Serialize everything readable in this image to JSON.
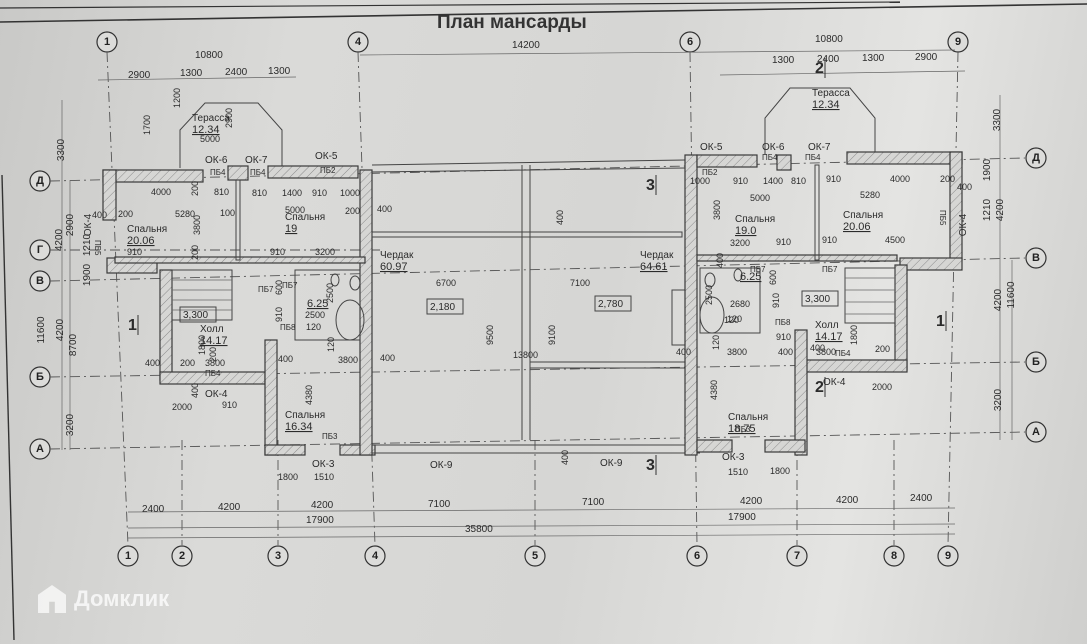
{
  "drawing": {
    "title": "План мансарды",
    "axes_numeric": [
      "1",
      "2",
      "3",
      "4",
      "5",
      "6",
      "7",
      "8",
      "9"
    ],
    "axes_letter": [
      "Д",
      "Г",
      "В",
      "Б",
      "А"
    ],
    "overall_dims": {
      "top_left": "10800",
      "top_center": "14200",
      "top_right": "10800",
      "top_left_segments": [
        "2900",
        "1300",
        "2400",
        "1300"
      ],
      "top_right_segments": [
        "1300",
        "2400",
        "1300",
        "2900"
      ],
      "bottom_segments": [
        "2400",
        "4200",
        "4200",
        "7100",
        "7100",
        "4200",
        "4200",
        "2400"
      ],
      "bottom_half_left": "17900",
      "bottom_half_right": "17900",
      "bottom_total": "35800",
      "left_vertical": [
        "3300",
        "4200",
        "2900",
        "1210",
        "1900",
        "11600",
        "4200",
        "8700",
        "3200"
      ],
      "right_vertical": [
        "3300",
        "1900",
        "1210",
        "4200",
        "11600",
        "4200",
        "3200"
      ]
    },
    "rooms": [
      {
        "name": "Терасса",
        "area": "12.34",
        "side": "left"
      },
      {
        "name": "Терасса",
        "area": "12.34",
        "side": "right"
      },
      {
        "name": "Спальня",
        "area": "20.06",
        "side": "left"
      },
      {
        "name": "Спальня",
        "area": "19",
        "side": "left"
      },
      {
        "name": "Холл",
        "area": "14.17",
        "side": "left"
      },
      {
        "name": "",
        "area": "6.25",
        "side": "left"
      },
      {
        "name": "Спальня",
        "area": "16.34",
        "side": "left"
      },
      {
        "name": "Чердак",
        "area": "60.97",
        "side": "center-left"
      },
      {
        "name": "Чердак",
        "area": "64.61",
        "side": "center-right"
      },
      {
        "name": "Спальня",
        "area": "19.0",
        "side": "right"
      },
      {
        "name": "Спальня",
        "area": "20.06",
        "side": "right"
      },
      {
        "name": "",
        "area": "6.25",
        "side": "right"
      },
      {
        "name": "Холл",
        "area": "14.17",
        "side": "right"
      },
      {
        "name": "Спальня",
        "area": "18,75",
        "side": "right"
      }
    ],
    "level_marks": [
      "3,300",
      "2,180",
      "2,780",
      "3,300"
    ],
    "openings": [
      "ОК-6",
      "ОК-7",
      "ОК-5",
      "ОК-5",
      "ОК-6",
      "ОК-7",
      "ОК-4",
      "ОК-4",
      "ОК-3",
      "ОК-3",
      "ОК-9",
      "ОК-9",
      "ОК-4",
      "ОК-4"
    ],
    "lintels": [
      "ПБ4",
      "ПБ4",
      "ПБ2",
      "ПБ2",
      "ПБ4",
      "ПБ4",
      "ПБ5",
      "ПБ5",
      "ПБ7",
      "ПБ7",
      "ПБ8",
      "ПБ8",
      "ПБ4",
      "ПБ3",
      "ПБ3",
      "ПБ7",
      "ПБ7",
      "ПБ4"
    ],
    "section_marks": [
      "1",
      "1",
      "2",
      "2",
      "3",
      "3"
    ],
    "inner_dims": {
      "terrace": [
        "5000",
        "2900",
        "1200",
        "1700"
      ],
      "left_bedroom_a": [
        "4000",
        "200",
        "810",
        "400",
        "200",
        "5280",
        "100",
        "3800",
        "910",
        "200"
      ],
      "left_bedroom_b": [
        "810",
        "1400",
        "910",
        "1000",
        "5000",
        "200",
        "910",
        "3200",
        "400"
      ],
      "left_hall": [
        "2000",
        "1800",
        "200",
        "3800",
        "200",
        "400",
        "400",
        "910",
        "600",
        "910"
      ],
      "left_bath": [
        "2500",
        "2500",
        "120",
        "120"
      ],
      "left_bedroom_c": [
        "3800",
        "4380",
        "400"
      ],
      "attic": [
        "6700",
        "7100",
        "9500",
        "9100",
        "13800",
        "400",
        "400",
        "400",
        "400"
      ],
      "bottom_openings": [
        "1800",
        "1510",
        "1510",
        "1800"
      ],
      "right_bedroom_a": [
        "1000",
        "910",
        "1400",
        "810",
        "5000",
        "3800",
        "3200",
        "910",
        "400",
        "120"
      ],
      "right_bedroom_b": [
        "910",
        "4000",
        "200",
        "5280",
        "4500",
        "910",
        "400"
      ],
      "right_hall": [
        "2000",
        "1800",
        "200",
        "3800",
        "400",
        "910",
        "910",
        "600"
      ],
      "right_bath": [
        "2500",
        "2680",
        "120",
        "120"
      ],
      "right_bedroom_c": [
        "3800",
        "4380",
        "400"
      ]
    }
  },
  "watermark": {
    "text": "Домклик"
  }
}
